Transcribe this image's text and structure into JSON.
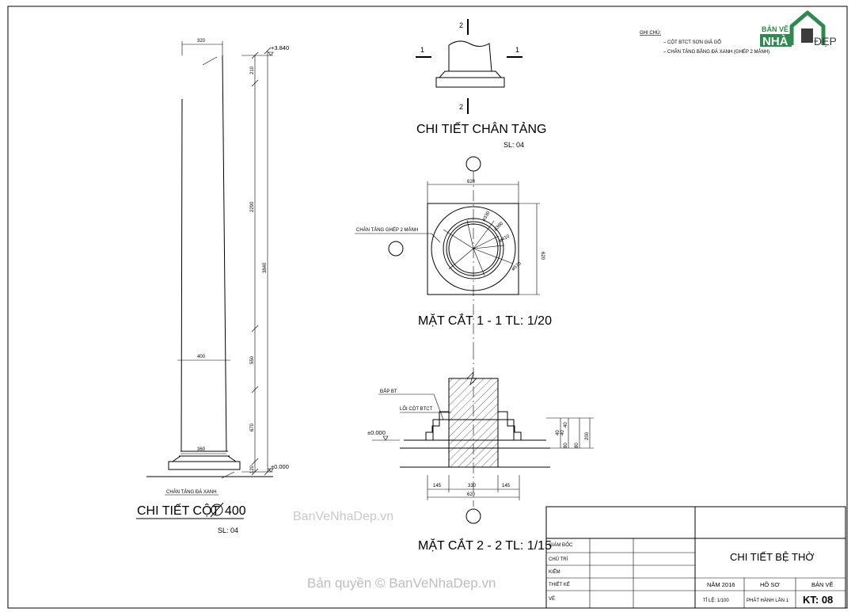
{
  "notes": {
    "title": "GHI CHÚ:",
    "items": [
      "– CỘT BTCT SƠN GIẢ GỖ",
      "– CHÂN TẢNG BẰNG ĐÁ XANH (GHÉP 2 MẢNH)"
    ]
  },
  "logo": {
    "top": "BẢN VẼ",
    "left": "NHÀ",
    "right": "ĐẸP"
  },
  "column_detail": {
    "top_width": "320",
    "mid_width": "400",
    "bottom_width": "360",
    "level_top": "+3.840",
    "level_bottom": "±0.000",
    "dims": [
      "210",
      "2290",
      "550",
      "670",
      "120"
    ],
    "total": "3840",
    "base_label": "CHÂN TẢNG ĐÁ XANH",
    "title": "CHI TIẾT CỘT",
    "dia": "400",
    "qty": "SL: 04"
  },
  "base_detail": {
    "sec_mark_2": "2",
    "sec_mark_1": "1",
    "title": "CHI TIẾT CHÂN TẢNG",
    "qty": "SL: 04"
  },
  "section_1": {
    "width": "620",
    "height": "620",
    "label": "CHÂN TẢNG GHÉP 2 MẢNH",
    "r1": "ø330",
    "r2": "ø360",
    "r3": "ø410",
    "r4": "ø570",
    "title": "MẶT CẮT 1 - 1 TL: 1/20"
  },
  "section_2": {
    "label_a": "ĐẮP BT",
    "label_b": "LÕI CỘT BTCT",
    "level": "±0.000",
    "dims_bottom": [
      "145",
      "330",
      "145"
    ],
    "total": "620",
    "dims_right": [
      "40",
      "40",
      "40",
      "80",
      "80",
      "200"
    ],
    "title": "MẶT CẮT 2 - 2 TL: 1/15"
  },
  "title_block": {
    "rows": [
      "GIÁM ĐỐC",
      "CHỦ TRÌ",
      "KIỂM",
      "THIẾT KẾ",
      "VẼ"
    ],
    "drawing_title": "CHI TIẾT BỆ THỜ",
    "year": "NĂM 2016",
    "scale": "TỈ LỆ: 1/100",
    "file_label": "HỒ SƠ",
    "issue": "PHÁT HÀNH LẦN 1",
    "sheet_label": "BẢN VẼ",
    "sheet_no": "KT:  08"
  },
  "watermarks": [
    "BanVeNhaDep.vn",
    "Bản quyền © BanVeNhaDep.vn"
  ]
}
